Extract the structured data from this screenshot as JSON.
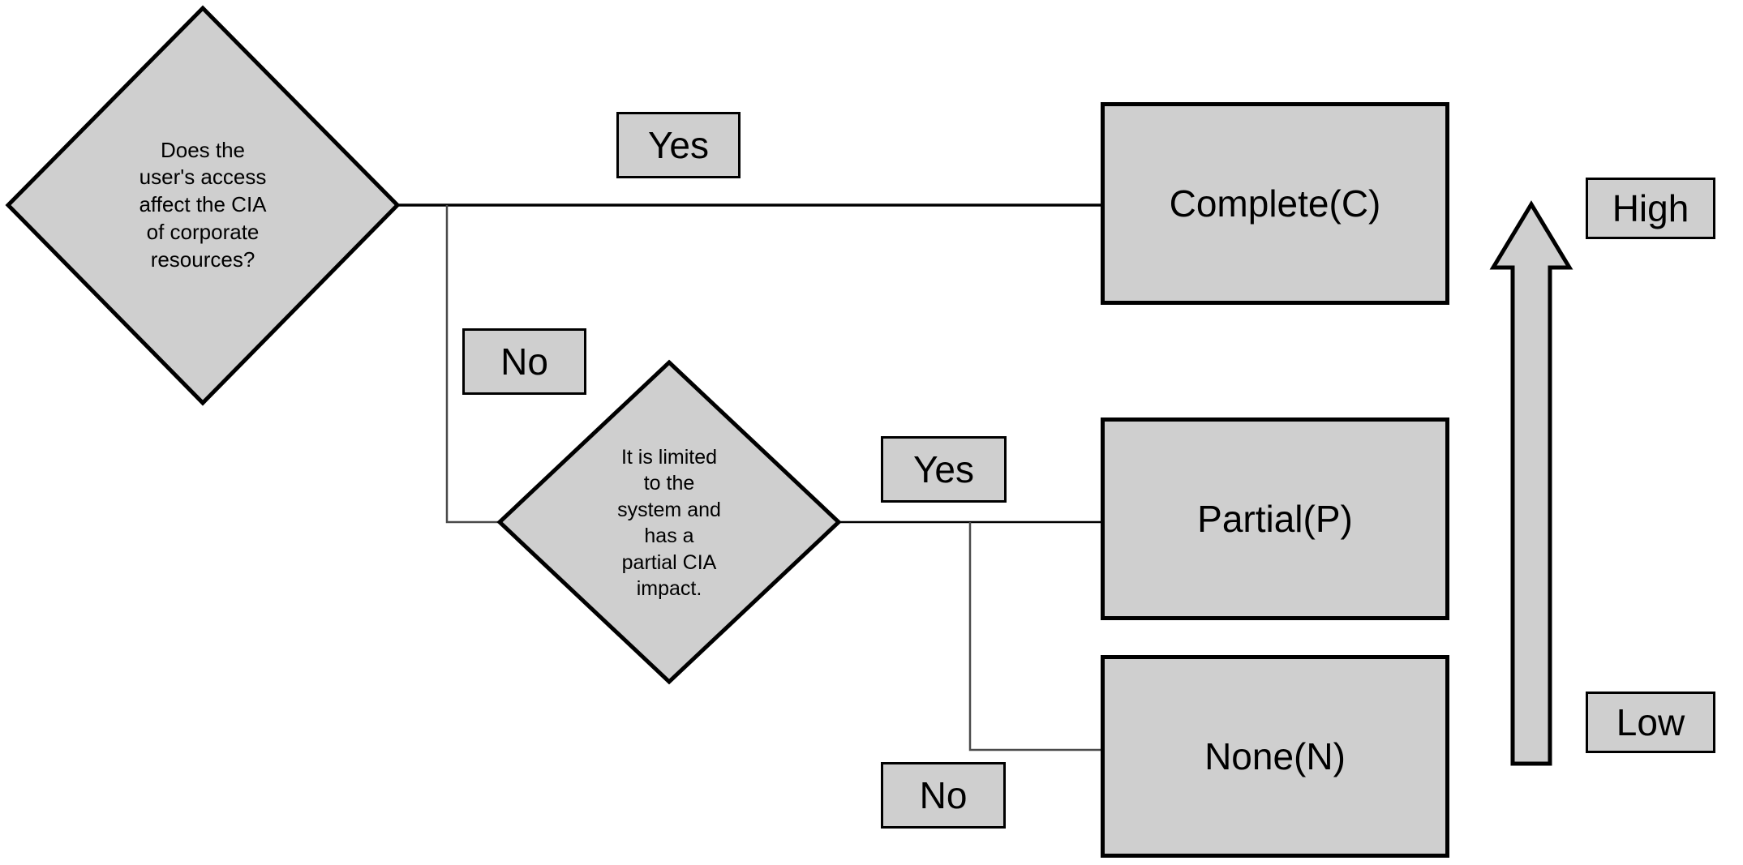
{
  "diagram": {
    "title": "CIA impact decision flowchart",
    "fill_color": "#cfcfcf",
    "stroke_color": "#000000",
    "background_color": "#ffffff",
    "decisions": [
      {
        "id": "decision-cia-corporate",
        "text": "Does the\nuser's access\naffect the CIA\nof corporate\nresources?"
      },
      {
        "id": "decision-partial-cia",
        "text": "It is limited\nto the\nsystem and\nhas a\npartial CIA\nimpact."
      }
    ],
    "outcomes": [
      {
        "id": "outcome-complete",
        "text": "Complete(C)"
      },
      {
        "id": "outcome-partial",
        "text": "Partial(P)"
      },
      {
        "id": "outcome-none",
        "text": "None(N)"
      }
    ],
    "edge_labels": [
      {
        "id": "edge-label-yes-complete",
        "text": "Yes"
      },
      {
        "id": "edge-label-no-second-decision",
        "text": "No"
      },
      {
        "id": "edge-label-yes-partial",
        "text": "Yes"
      },
      {
        "id": "edge-label-no-none",
        "text": "No"
      }
    ],
    "scale_legend": {
      "arrow_direction": "up",
      "high_label": "High",
      "low_label": "Low"
    }
  }
}
